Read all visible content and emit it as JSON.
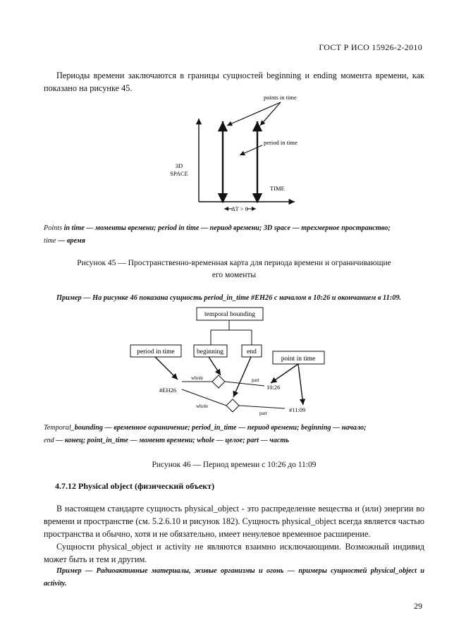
{
  "header": {
    "doc_id": "ГОСТ Р ИСО 15926-2-2010"
  },
  "intro": "Периоды времени заключаются в границы сущностей beginning и ending момента времени, как показано на рисунке 45.",
  "fig45": {
    "label_points": "points in time",
    "label_period": "period in time",
    "label_space_1": "3D",
    "label_space_2": "SPACE",
    "label_time": "TIME",
    "label_delta": "ΔT > 0"
  },
  "legend45": {
    "p1_i": "Points",
    "p1_b": " in time — моменты времени; period in time — период времени; 3D space — трехмерное пространство;",
    "p2_i": "time",
    "p2_b": " — время"
  },
  "caption45_line1": "Рисунок 45 — Пространственно-временная карта для периода времени и ограничивающие",
  "caption45_line2": "его моменты",
  "example46": "Пример — На рисунке 46 показана сущность period_in_time #EH26 с началом в 10:26 и окончанием в 11:09.",
  "fig46": {
    "box_temporal": "temporal bounding",
    "box_period": "period in time",
    "box_beginning": "beginning",
    "box_end": "end",
    "box_point": "point in time",
    "label_whole1": "whole",
    "label_part1": "part",
    "label_whole2": "whole",
    "label_part2": "part",
    "label_eh26": "#EH26",
    "label_1026": "10:26",
    "label_1109": "#11:09"
  },
  "legend46": {
    "l1_i": "Temporal",
    "l1_b": "_bounding — временное ограничение; period_in_time — период времени; beginning — начало;",
    "l2_i": "end",
    "l2_b": " — конец; point_in_time — момент времени; whole — целое; part — часть"
  },
  "caption46": "Рисунок 46 — Период времени с 10:26 до 11:09",
  "section": {
    "number": "4.7.12",
    "title": "Physical object (физический объект)"
  },
  "body_p1": "В настоящем стандарте сущность physical_object - это распределение вещества и (или) энергии во времени и пространстве (см. 5.2.6.10 и рисунок 182). Сущность physical_object всегда является частью пространства и обычно, хотя и не обязательно, имеет ненулевое временное расширение.",
  "body_p2": "Сущности physical_object и activity не являются взаимно исключающими. Возможный индивид может быть и тем и другим.",
  "example_final": "Пример — Радиоактивные материалы, живые организмы и огонь — примеры сущностей physical_object и activity.",
  "page_number": "29"
}
